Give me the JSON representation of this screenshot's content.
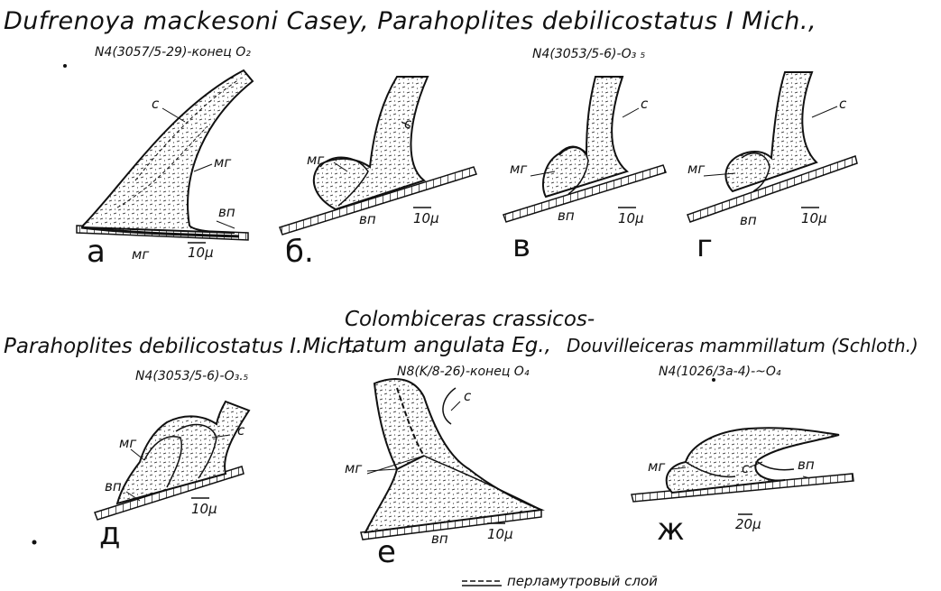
{
  "titles": {
    "top": "Dufrenoya mackesoni Casey, Parahoplites debilicostatus I Mich.,",
    "bottom_left": "Parahoplites debilicostatus I.Mich.",
    "bottom_mid_1": "Colombiceras crassicos-",
    "bottom_mid_2": "tatum angulata Eg.,",
    "bottom_right": "Douvilleiceras mammillatum (Schloth.)"
  },
  "specimens": {
    "a": "N4(3057/5-29)-конец O₂",
    "v": "N4(3053/5-6)-O₃ ₅",
    "d": "N4(3053/5-6)-O₃.₅",
    "e": "N8(K/8-26)-конец O₄",
    "zh": "N4(1026/3a-4)-~O₄"
  },
  "panels": {
    "a": "а",
    "b": "б.",
    "v": "в",
    "g": "г",
    "d": "д",
    "e": "е",
    "zh": "ж"
  },
  "labels": {
    "c": "с",
    "mg": "мг",
    "vp": "вп",
    "scale10": "10μ",
    "scale20": "20μ"
  },
  "legend": {
    "text": "перламутровый слой"
  }
}
